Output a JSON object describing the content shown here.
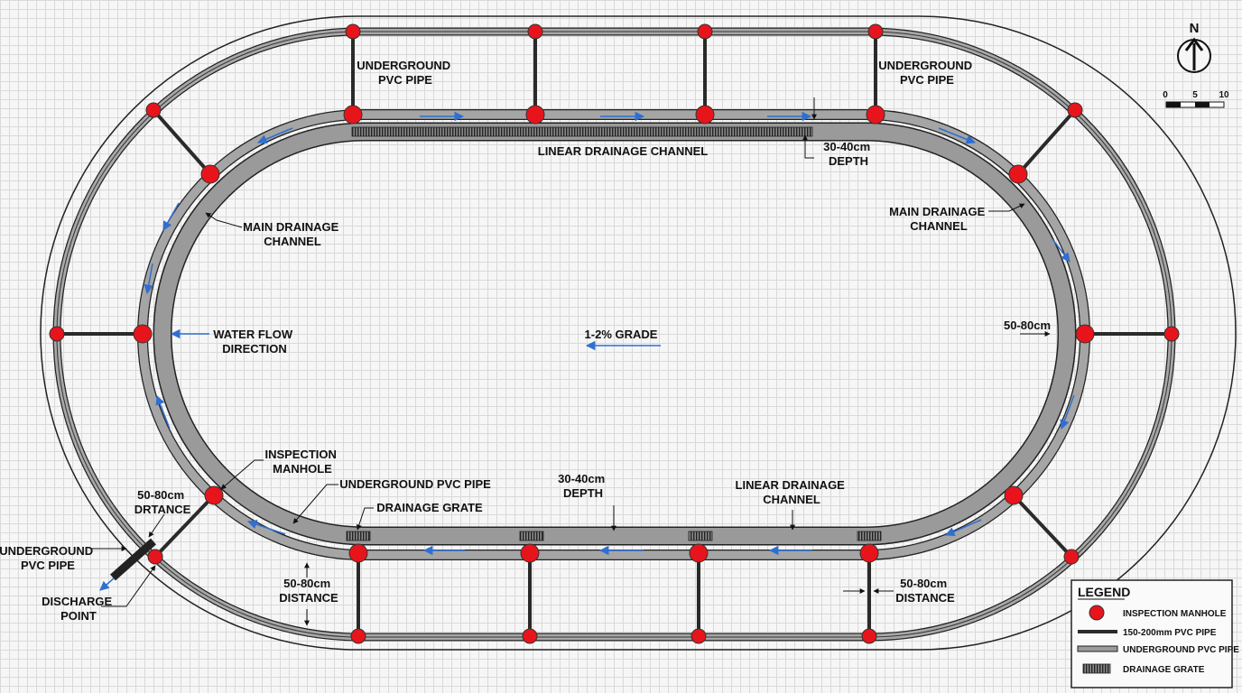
{
  "labels": {
    "underground_pipe_top_left": [
      "UNDERGROUND",
      "PVC PIPE"
    ],
    "underground_pipe_top_right": [
      "UNDERGROUND",
      "PVC PIPE"
    ],
    "linear_channel_top": "LINEAR DRAINAGE CHANNEL",
    "depth_top": [
      "30-40cm",
      "DEPTH"
    ],
    "main_channel_left": [
      "MAIN DRAINAGE",
      "CHANNEL"
    ],
    "main_channel_right": [
      "MAIN DRAINAGE",
      "CHANNEL"
    ],
    "water_flow": [
      "WATER FLOW",
      "DIRECTION"
    ],
    "grade": "1-2% GRADE",
    "width_right": "50-80cm",
    "inspection_manhole": [
      "INSPECTION",
      "MANHOLE"
    ],
    "underground_pipe_bottom": "UNDERGROUND PVC PIPE",
    "drainage_grate": "DRAINAGE GRATE",
    "depth_bottom": [
      "30-40cm",
      "DEPTH"
    ],
    "linear_channel_bottom": [
      "LINEAR DRAINAGE",
      "CHANNEL"
    ],
    "distance_bl": [
      "50-80cm",
      "DRTANCE"
    ],
    "underground_pipe_left": [
      "UNDERGROUND",
      "PVC PIPE"
    ],
    "discharge": [
      "DISCHARGE",
      "POINT"
    ],
    "distance_bottom": [
      "50-80cm",
      "DISTANCE"
    ],
    "distance_right": [
      "50-80cm",
      "DISTANCE"
    ]
  },
  "compass": {
    "label": "N"
  },
  "scale": {
    "ticks": [
      "0",
      "5",
      "10"
    ]
  },
  "legend": {
    "title": "LEGEND",
    "items": [
      {
        "symbol": "manhole",
        "label": "INSPECTION MANHOLE"
      },
      {
        "symbol": "pvc-pipe",
        "label": "150-200mm PVC PIPE"
      },
      {
        "symbol": "underground-pipe",
        "label": "UNDERGROUND PVC PIPE"
      },
      {
        "symbol": "grate",
        "label": "DRAINAGE GRATE"
      }
    ]
  },
  "colors": {
    "manhole": "#e8141b",
    "channel": "#9a9a9a",
    "pipe": "#2a2a2a",
    "flow_arrow": "#2f6fd0",
    "outline": "#222222"
  }
}
